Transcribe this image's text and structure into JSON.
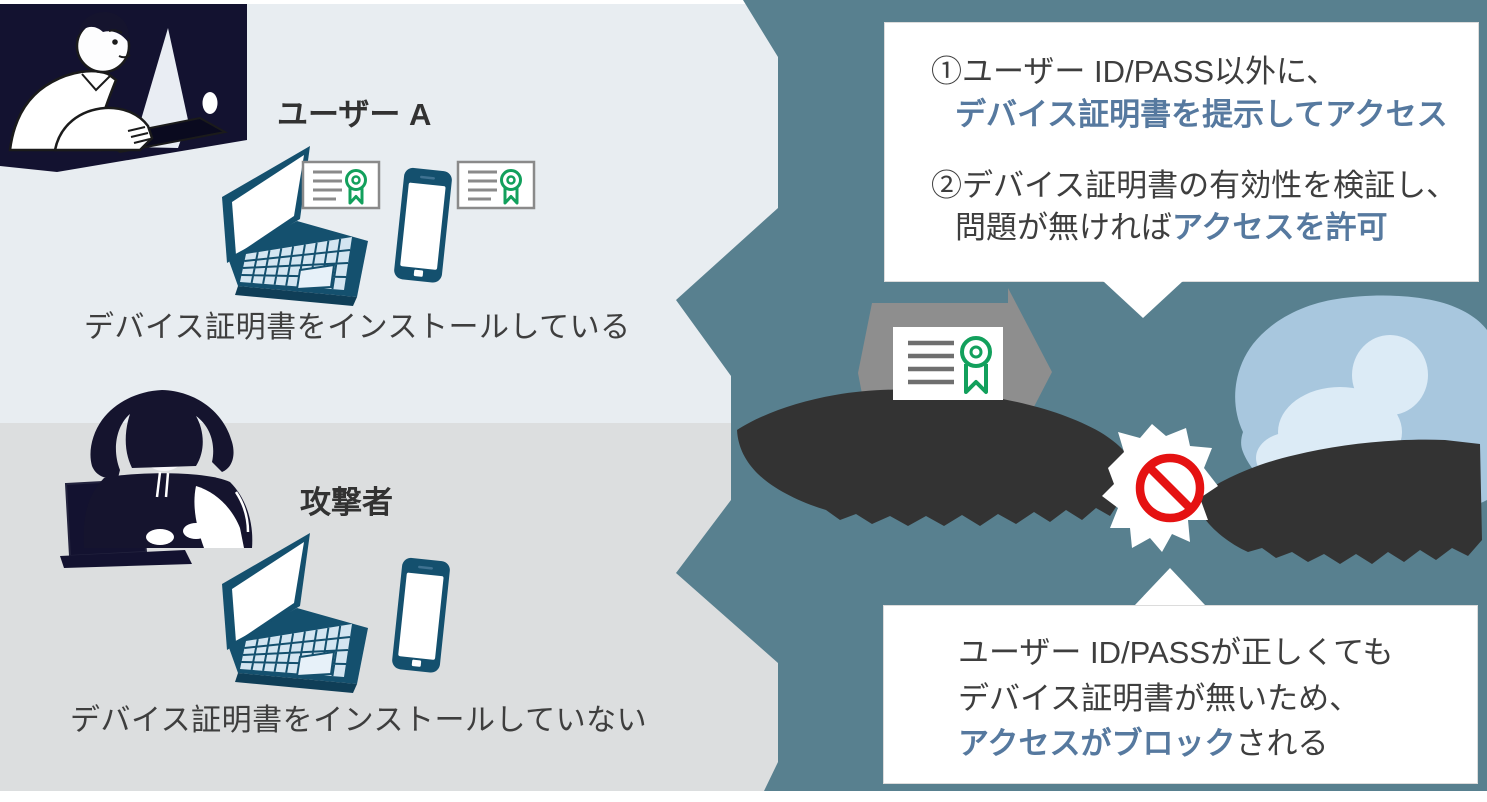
{
  "colors": {
    "teal_bg": "#58808f",
    "panel_top": "#e8edf1",
    "panel_bottom": "#dcdedf",
    "navy": "#131230",
    "device": "#14506e",
    "device_keys": "#d3e5f1",
    "accent_blue": "#56799f",
    "text_dark": "#3e3e3e",
    "cert_green": "#12a05c",
    "cert_gray": "#8a8a8a",
    "arrow_gray": "#8e8e8e",
    "blob_dark": "#333333",
    "cloud_outer": "#a8c7de",
    "cloud_inner": "#dcebf6",
    "prohibit_red": "#e51212"
  },
  "left_panel": {
    "user_a_label": "ユーザー A",
    "user_a_caption": "デバイス証明書をインストールしている",
    "attacker_label": "攻撃者",
    "attacker_caption": "デバイス証明書をインストールしていない"
  },
  "callouts": {
    "top": {
      "item1_num": "①",
      "item1_text": "ユーザー ID/PASS以外に、",
      "item1_highlight": "デバイス証明書を提示してアクセス",
      "item2_num": "②",
      "item2_text": "デバイス証明書の有効性を検証し、",
      "item2_text2": "問題が無ければ",
      "item2_highlight": "アクセスを許可"
    },
    "bottom": {
      "line1": "ユーザー ID/PASSが正しくても",
      "line2": "デバイス証明書が無いため、",
      "highlight": "アクセスがブロック",
      "rest": "される"
    }
  },
  "icons": {
    "certificate": "certificate-icon",
    "cloud": "cloud-icon",
    "prohibition": "no-entry-icon",
    "flow_arrow": "flow-arrow-icon",
    "redacted_left": "redacted-text-blob",
    "redacted_right": "redacted-text-blob",
    "laptop": "laptop-icon",
    "smartphone": "smartphone-icon",
    "user_illustration": "office-worker-illustration",
    "attacker_illustration": "hacker-illustration"
  }
}
